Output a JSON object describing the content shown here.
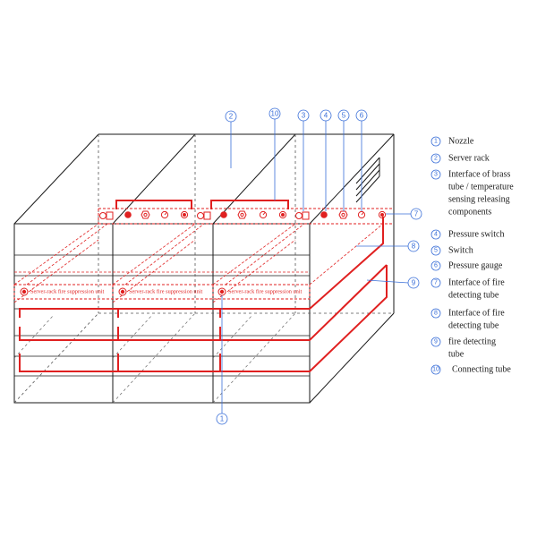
{
  "unit_label": "Server-rack fire suppression unit",
  "legend": [
    {
      "num": "1",
      "lines": [
        "Nozzle"
      ]
    },
    {
      "num": "2",
      "lines": [
        "Server rack"
      ]
    },
    {
      "num": "3",
      "lines": [
        "Interface of brass",
        "tube / temperature",
        "sensing releasing",
        "components"
      ]
    },
    {
      "num": "4",
      "lines": [
        "Pressure switch"
      ]
    },
    {
      "num": "5",
      "lines": [
        "Switch"
      ]
    },
    {
      "num": "6",
      "lines": [
        "Pressure gauge"
      ]
    },
    {
      "num": "7",
      "lines": [
        "Interface of fire",
        "detecting tube"
      ]
    },
    {
      "num": "8",
      "lines": [
        "Interface of fire",
        "detecting tube"
      ]
    },
    {
      "num": "9",
      "lines": [
        "fire detecting",
        "tube"
      ]
    },
    {
      "num": "10",
      "lines": [
        "Connecting tube"
      ]
    }
  ],
  "callouts": [
    "1",
    "2",
    "10",
    "3",
    "4",
    "5",
    "6",
    "7",
    "8",
    "9"
  ]
}
